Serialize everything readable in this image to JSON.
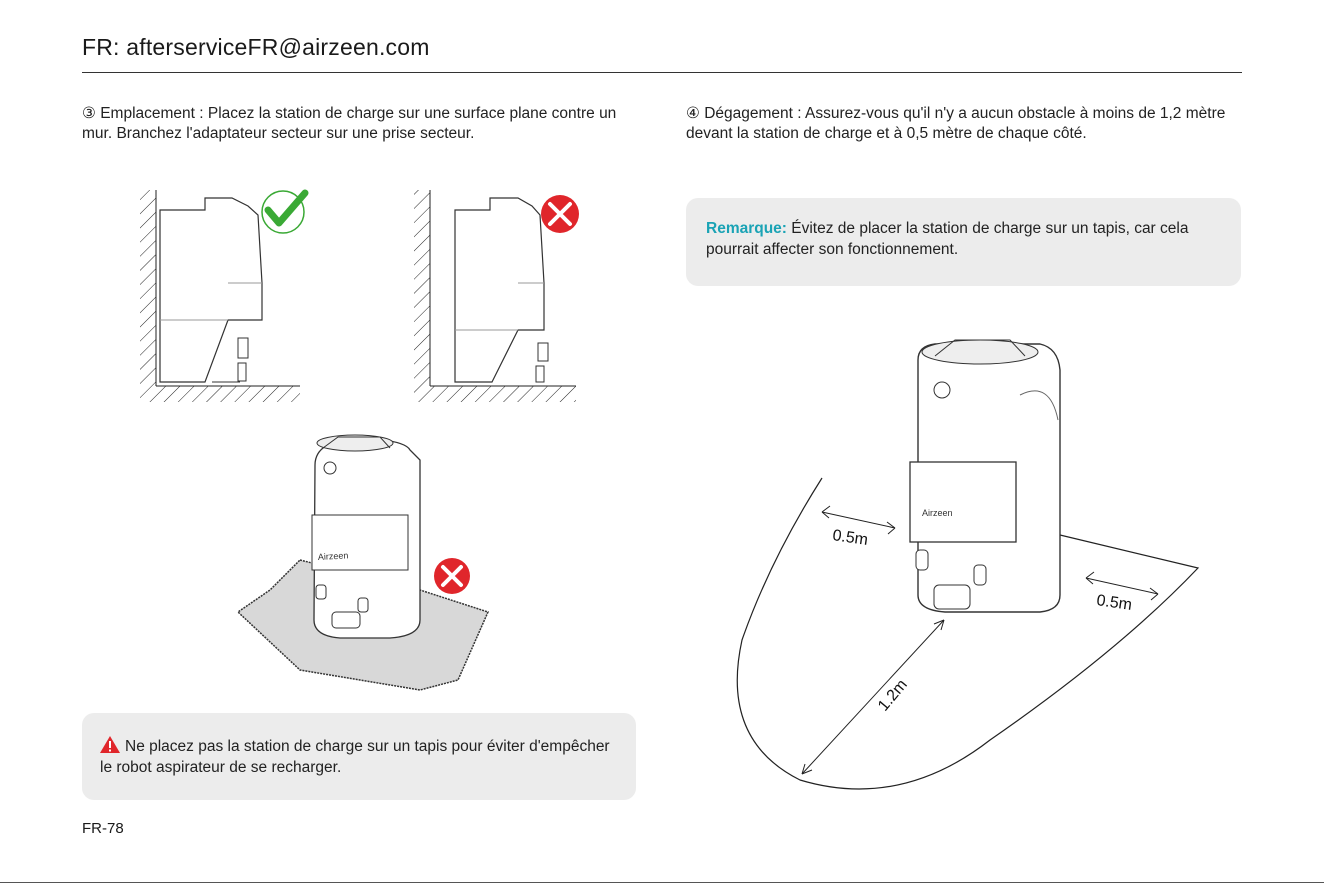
{
  "header": {
    "contact": "FR: afterserviceFR@airzeen.com"
  },
  "section3": {
    "text": "③ Emplacement : Placez la station de charge sur une surface plane contre un mur. Branchez l'adaptateur secteur sur une prise secteur."
  },
  "section4": {
    "text": "④ Dégagement : Assurez-vous qu'il n'y a aucun obstacle à moins de 1,2 mètre devant la station de charge et à 0,5 mètre de chaque côté."
  },
  "note": {
    "label": "Remarque:",
    "text": " Évitez de placer la station de charge sur un tapis, car cela pourrait affecter son fonctionnement."
  },
  "warning": {
    "text": "Ne placez pas la station de charge sur un tapis pour éviter d'empêcher le robot aspirateur de se recharger."
  },
  "diagram": {
    "side_label_left": "0.5m",
    "side_label_right": "0.5m",
    "front_label": "1.2m",
    "brand": "Airzeen"
  },
  "footer": {
    "page_number": "FR-78"
  },
  "colors": {
    "accent": "#1aa3b5",
    "ok": "#3aa935",
    "bad": "#e0262b",
    "box": "#ececec"
  }
}
